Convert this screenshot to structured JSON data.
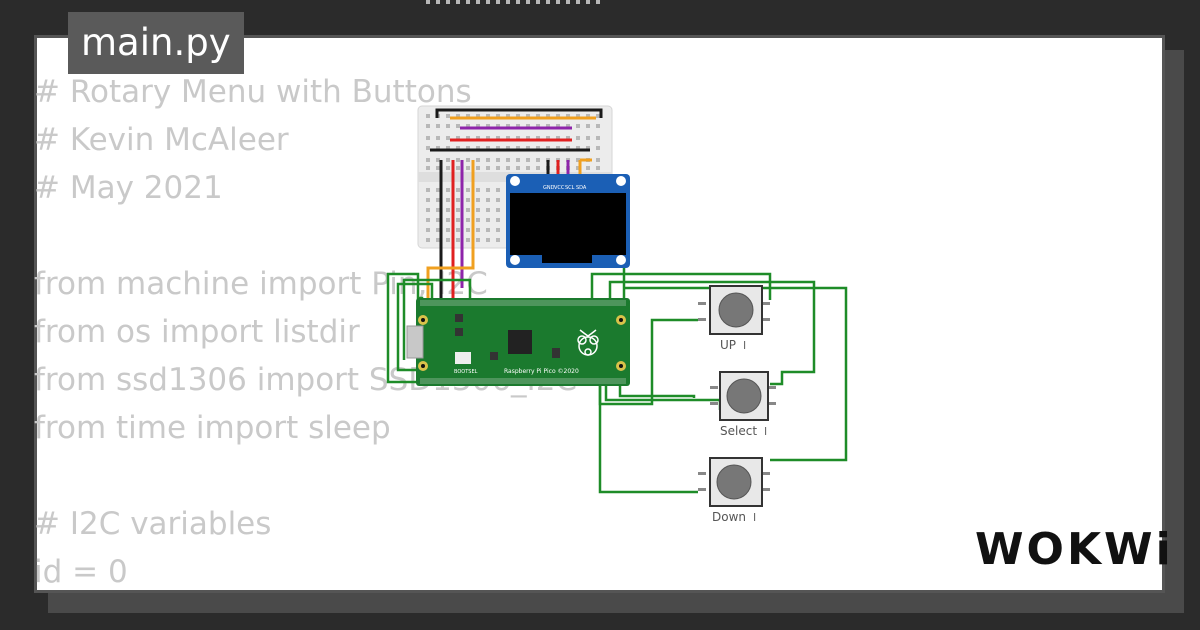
{
  "editor": {
    "filename": "main.py",
    "code_lines": [
      "# Rotary Menu with Buttons",
      "# Kevin McAleer",
      "# May 2021",
      "",
      "from machine import Pin, I2C",
      "from os import listdir",
      "from ssd1306 import SSD1306_I2C",
      "from time import sleep",
      "",
      "# I2C variables",
      "id = 0"
    ]
  },
  "circuit": {
    "oled_pins": [
      "GND",
      "VCC",
      "SCL",
      "SDA"
    ],
    "pico_label": "Raspberry Pi Pico ©2020",
    "bootsel_label": "BOOTSEL",
    "buttons": [
      "UP ⏽",
      "Select ⏽",
      "Down ⏽"
    ],
    "wire_colors": {
      "green": "#1e8c28",
      "red": "#e02020",
      "black": "#1a1a1a",
      "purple": "#8e24aa",
      "orange": "#f0a020"
    }
  },
  "brand": {
    "logo": "WOKWi"
  }
}
